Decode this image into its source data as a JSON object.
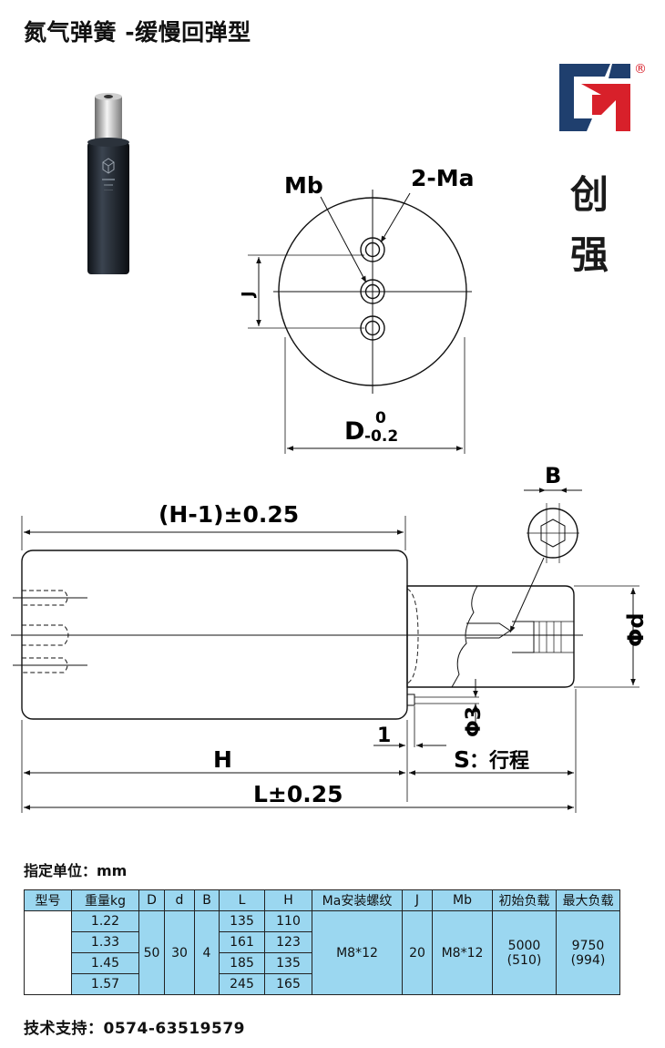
{
  "header": {
    "title": "氮气弹簧 -缓慢回弹型"
  },
  "brand": {
    "chars": [
      "创",
      "强"
    ],
    "registered_mark": "®",
    "colors": {
      "dark": "#1f3f6e",
      "red": "#d8202a"
    }
  },
  "drawing": {
    "labels": {
      "mb": "Mb",
      "ma": "2-Ma",
      "j": "J",
      "d_main": "D",
      "d_upper": "0",
      "d_lower": "-0.2",
      "h_minus": "(H-1)±0.25",
      "b": "B",
      "phi_d": "Φd",
      "one": "1",
      "phi3": "Φ3",
      "h": "H",
      "s": "S",
      "stroke": "：行程",
      "l": "L±0.25"
    }
  },
  "spec": {
    "unit_note": "指定单位：mm",
    "headers": [
      "型号",
      "重量kg",
      "D",
      "d",
      "B",
      "L",
      "H",
      "Ma安装螺纹",
      "J",
      "Mb",
      "初始负载",
      "最大负载"
    ],
    "weights": [
      "1.22",
      "1.33",
      "1.45",
      "1.57"
    ],
    "L": [
      "135",
      "161",
      "185",
      "245"
    ],
    "H": [
      "110",
      "123",
      "135",
      "165"
    ],
    "D": "50",
    "d": "30",
    "B": "4",
    "Ma": "M8*12",
    "J": "20",
    "Mb": "M8*12",
    "initial_load": "5000",
    "initial_load_sub": "(510)",
    "max_load": "9750",
    "max_load_sub": "(994)"
  },
  "footer": {
    "support": "技术支持：0574-63519579"
  }
}
